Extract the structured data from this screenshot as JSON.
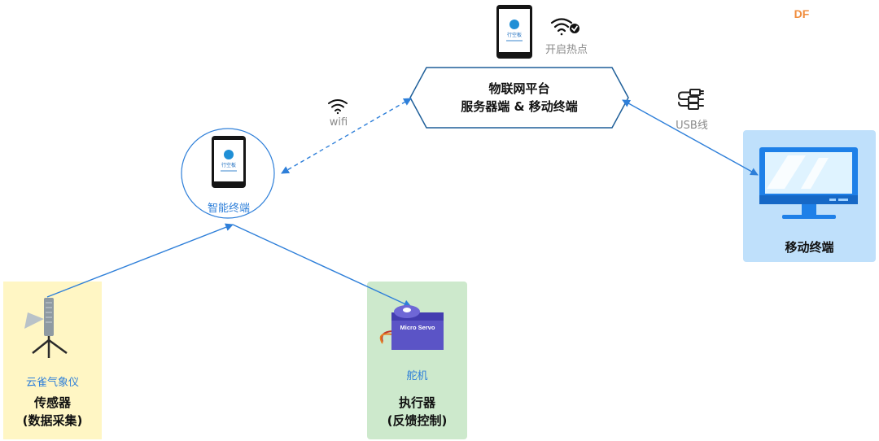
{
  "logo": "DF",
  "hub": {
    "line1": "物联网平台",
    "line2": "服务器端 & 移动终端",
    "hotspot_label": "开启热点"
  },
  "device_brand": "行空板",
  "links": {
    "wifi_label": "wifi",
    "usb_label": "USB线"
  },
  "smart_terminal": {
    "label": "智能终端"
  },
  "mobile_terminal": {
    "title": "移动终端"
  },
  "sensor": {
    "name": "云雀气象仪",
    "title_line1": "传感器",
    "title_line2": "(数据采集)"
  },
  "actuator": {
    "name": "舵机",
    "servo_text": "Micro Servo",
    "title_line1": "执行器",
    "title_line2": "(反馈控制)"
  },
  "colors": {
    "arrow": "#2e7fd9",
    "sensor_panel": "#fff6c4",
    "actuator_panel": "#cde9cc",
    "mobile_panel": "#bfe0fb",
    "logo": "#f08c3c"
  },
  "icons": [
    "wifi-check-icon",
    "wifi-icon",
    "usb-cable-icon",
    "monitor-icon",
    "weather-station-icon",
    "servo-icon"
  ]
}
